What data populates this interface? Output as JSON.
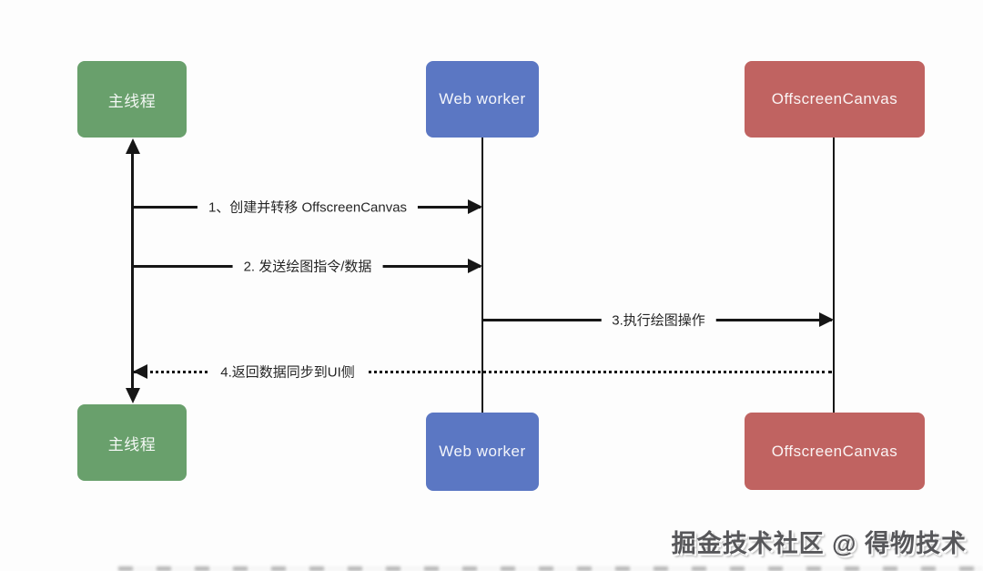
{
  "diagram": {
    "type": "sequence-diagram",
    "background": "#fdfdfd",
    "line_color": "#161616"
  },
  "actors": {
    "main_thread": {
      "label": "主线程",
      "fill": "#69a06c"
    },
    "web_worker": {
      "label": "Web worker",
      "fill": "#5b77c3"
    },
    "offscreen_canvas": {
      "label": "OffscreenCanvas",
      "fill": "#c06361"
    }
  },
  "messages": [
    {
      "order": 1,
      "label": "1、创建并转移 OffscreenCanvas",
      "from": "main_thread",
      "to": "web_worker",
      "line_style": "solid",
      "direction": "right"
    },
    {
      "order": 2,
      "label": "2. 发送绘图指令/数据",
      "from": "main_thread",
      "to": "web_worker",
      "line_style": "solid",
      "direction": "right"
    },
    {
      "order": 3,
      "label": "3.执行绘图操作",
      "from": "web_worker",
      "to": "offscreen_canvas",
      "line_style": "solid",
      "direction": "right"
    },
    {
      "order": 4,
      "label": "4.返回数据同步到UI侧",
      "from": "offscreen_canvas",
      "to": "main_thread",
      "line_style": "dotted",
      "direction": "left"
    }
  ],
  "watermark": {
    "text": "掘金技术社区 @ 得物技术",
    "color": "#57575a"
  }
}
